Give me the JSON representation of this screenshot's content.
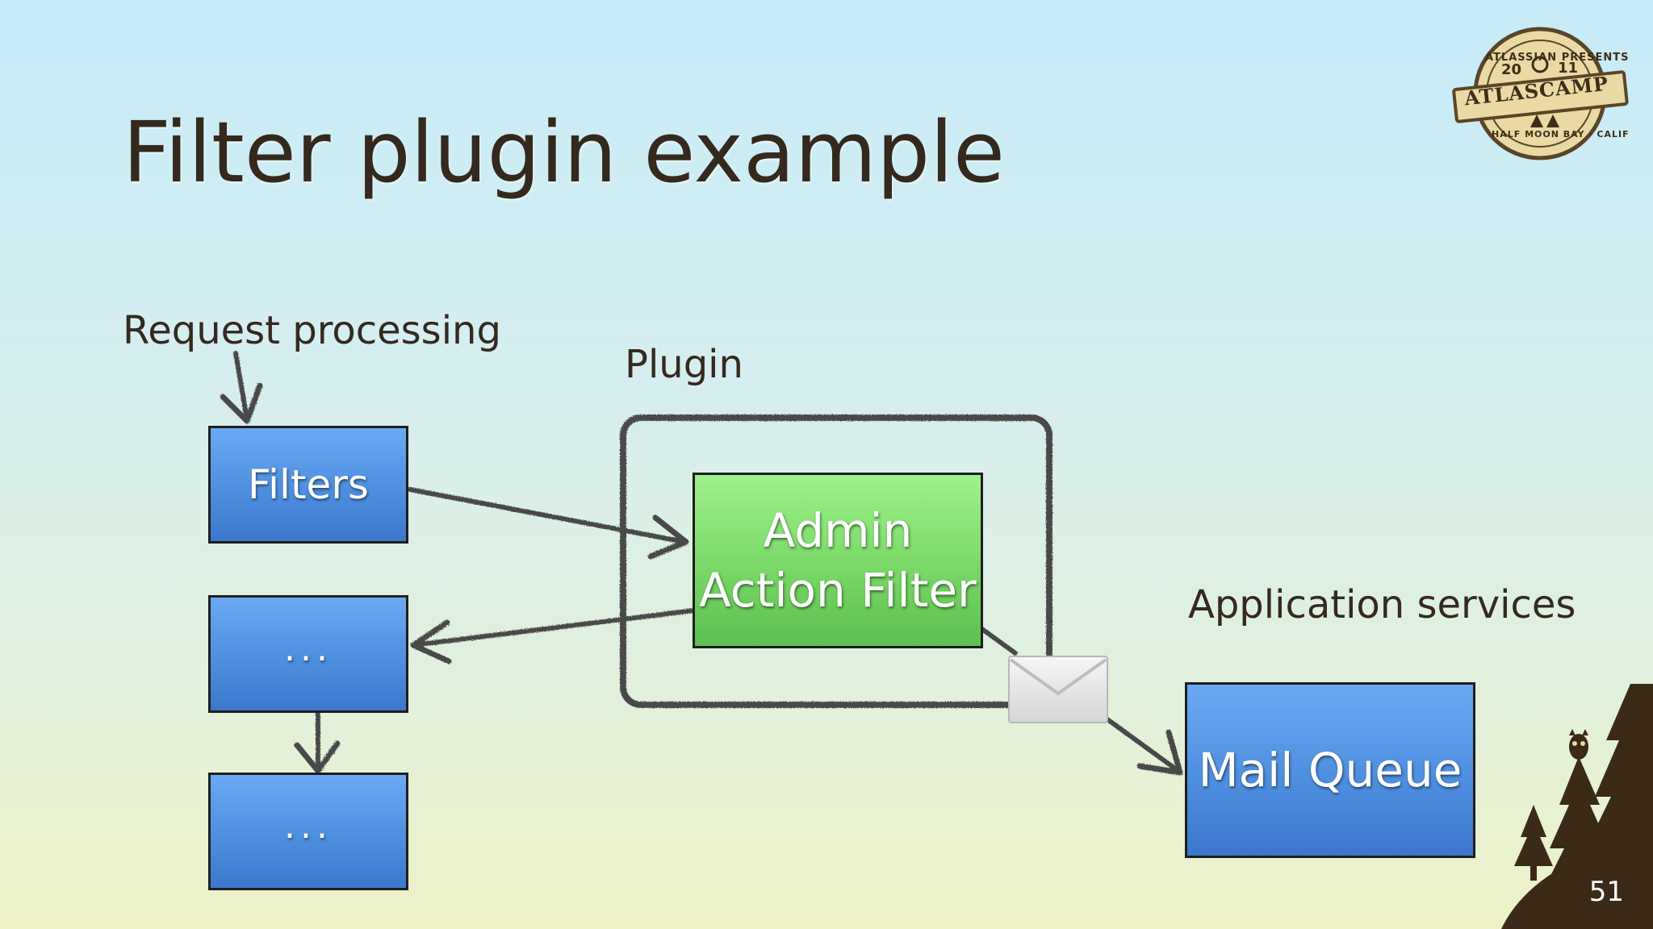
{
  "slide": {
    "title": "Filter plugin example",
    "page_number": "51"
  },
  "labels": {
    "request_processing": "Request processing",
    "plugin": "Plugin",
    "application_services": "Application services"
  },
  "boxes": {
    "filters": "Filters",
    "ellipsis_1": "...",
    "ellipsis_2": "...",
    "admin_filter_line1": "Admin",
    "admin_filter_line2": "Action Filter",
    "mail_queue": "Mail Queue"
  },
  "logo": {
    "name": "ATLASCAMP",
    "presenter": "ATLASSIAN PRESENTS",
    "year_left": "20",
    "year_right": "11",
    "location": "HALF MOON BAY · CALIF"
  },
  "colors": {
    "box_blue": "#4f8fe0",
    "box_green": "#79d867",
    "chalk": "#4a4a4a",
    "silhouette": "#3b2a18"
  }
}
